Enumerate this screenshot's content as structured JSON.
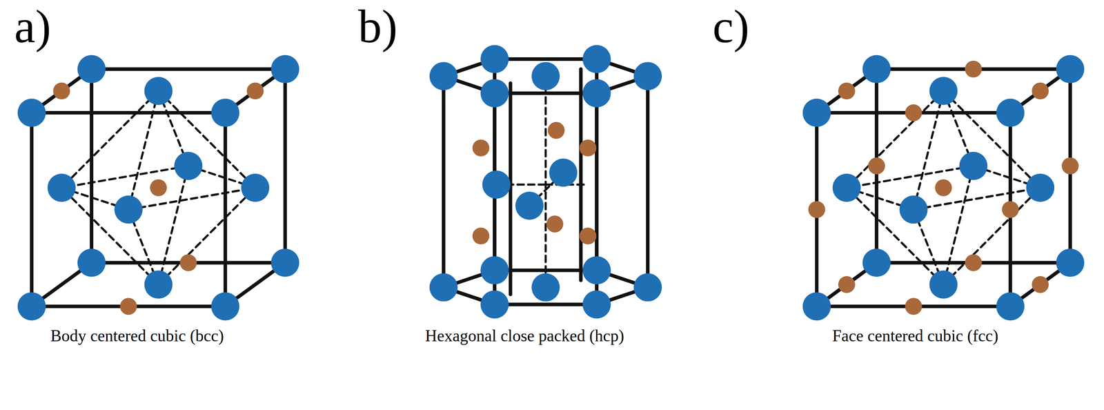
{
  "diagram": {
    "labels": [
      "a)",
      "b)",
      "c)",
      "Body centered cubic (bcc)",
      "Hexagonal close packed (hcp)",
      "Face centered cubic (fcc)"
    ]
  }
}
